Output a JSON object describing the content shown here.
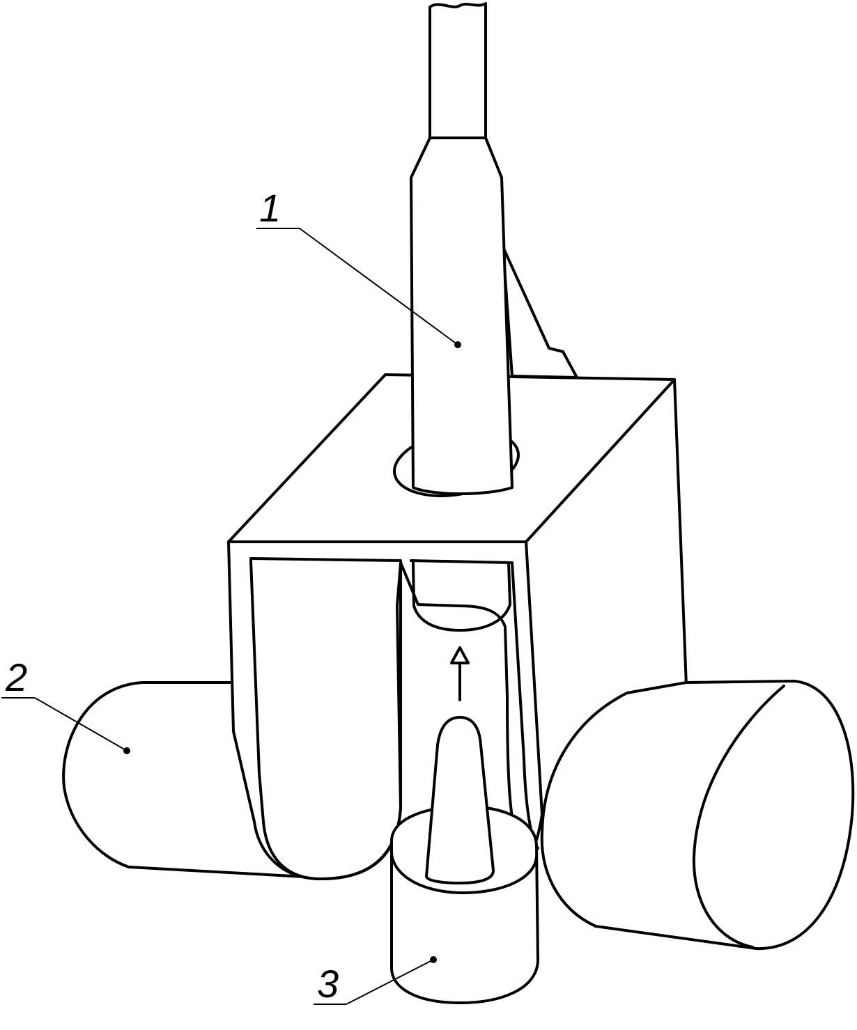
{
  "labels": {
    "rod": "1",
    "rollers": "2",
    "base": "3"
  }
}
